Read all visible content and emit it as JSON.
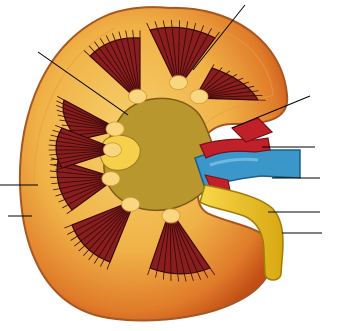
{
  "diagram": {
    "subject": "kidney-cross-section",
    "colors": {
      "background": "#ffffff",
      "cortex_outer": "#f3c76a",
      "cortex_inner": "#f2a640",
      "capsule_edge": "#c45a1a",
      "medulla_dark": "#8a1d1d",
      "medulla_stripe": "#3a0a0a",
      "papilla_tip": "#f9d780",
      "pelvis": "#c1a244",
      "pelvis_dark": "#8c6a24",
      "ureter": "#f5c72b",
      "ureter_shadow": "#c99c10",
      "artery": "#c0202a",
      "vein": "#3b97c9",
      "leader_line": "#000000"
    },
    "pyramid_count": 8,
    "leader_line_count": 9
  }
}
